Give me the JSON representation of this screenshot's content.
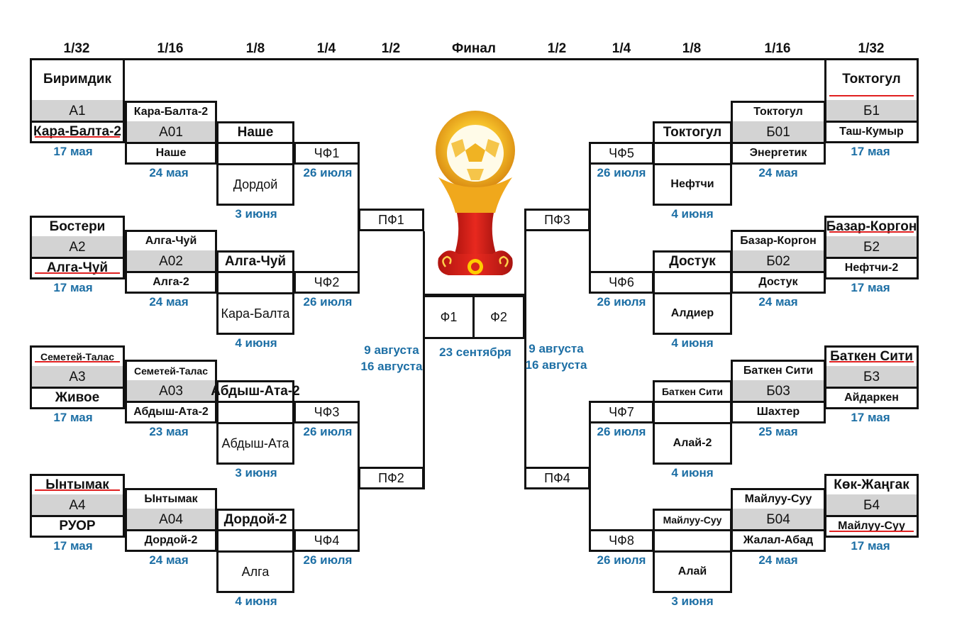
{
  "headers": [
    "1/32",
    "1/16",
    "1/8",
    "1/4",
    "1/2",
    "Финал",
    "1/2",
    "1/4",
    "1/8",
    "1/16",
    "1/32"
  ],
  "left": {
    "groups": [
      {
        "top_team": "Биримдик",
        "code": "А1",
        "bottom_team": "Кара-Балта-2",
        "date": "17 мая"
      },
      {
        "top_team": "Бостери",
        "code": "А2",
        "bottom_team": "Алга-Чуй",
        "date": "17 мая"
      },
      {
        "top_team": "Семетей-Талас",
        "code": "А3",
        "bottom_team": "Живое",
        "date": "17 мая"
      },
      {
        "top_team": "Ынтымак",
        "code": "А4",
        "bottom_team": "РУОР",
        "date": "17 мая"
      }
    ],
    "r16": [
      {
        "top_team": "Кара-Балта-2",
        "code": "А01",
        "bottom_team": "Наше",
        "date": "24 мая"
      },
      {
        "top_team": "Алга-Чуй",
        "code": "А02",
        "bottom_team": "Алга-2",
        "date": "24 мая"
      },
      {
        "top_team": "Семетей-Талас",
        "code": "А03",
        "bottom_team": "Абдыш-Ата-2",
        "date": "23 мая"
      },
      {
        "top_team": "Ынтымак",
        "code": "А04",
        "bottom_team": "Дордой-2",
        "date": "24 мая"
      }
    ],
    "r8": [
      {
        "top_team": "Наше",
        "bottom_team": "Дордой",
        "date": "3 июня"
      },
      {
        "top_team": "Алга-Чуй",
        "bottom_team": "Кара-Балта",
        "date": "4 июня"
      },
      {
        "top_team": "Абдыш-Ата-2",
        "bottom_team": "Абдыш-Ата",
        "date": "3 июня"
      },
      {
        "top_team": "Дордой-2",
        "bottom_team": "Алга",
        "date": "4 июня"
      }
    ],
    "qf": [
      {
        "label": "ЧФ1",
        "date": "26 июля"
      },
      {
        "label": "ЧФ2",
        "date": "26 июля"
      },
      {
        "label": "ЧФ3",
        "date": "26 июля"
      },
      {
        "label": "ЧФ4",
        "date": "26 июля"
      }
    ],
    "sf": [
      "ПФ1",
      "ПФ2"
    ],
    "sf_dates": [
      "9 августа",
      "16 августа"
    ]
  },
  "right": {
    "groups": [
      {
        "top_team": "Токтогул",
        "code": "Б1",
        "bottom_team": "Таш-Кумыр",
        "date": "17 мая"
      },
      {
        "top_team": "Базар-Коргон",
        "code": "Б2",
        "bottom_team": "Нефтчи-2",
        "date": "17 мая"
      },
      {
        "top_team": "Баткен Сити",
        "code": "Б3",
        "bottom_team": "Айдаркен",
        "date": "17 мая"
      },
      {
        "top_team": "Көк-Жаңгак",
        "code": "Б4",
        "bottom_team": "Майлуу-Суу",
        "date": "17 мая"
      }
    ],
    "r16": [
      {
        "top_team": "Токтогул",
        "code": "Б01",
        "bottom_team": "Энергетик",
        "date": "24 мая"
      },
      {
        "top_team": "Базар-Коргон",
        "code": "Б02",
        "bottom_team": "Достук",
        "date": "24 мая"
      },
      {
        "top_team": "Баткен Сити",
        "code": "Б03",
        "bottom_team": "Шахтер",
        "date": "25 мая"
      },
      {
        "top_team": "Майлуу-Суу",
        "code": "Б04",
        "bottom_team": "Жалал-Абад",
        "date": "24 мая"
      }
    ],
    "r8": [
      {
        "top_team": "Токтогул",
        "bottom_team": "Нефтчи",
        "date": "4 июня"
      },
      {
        "top_team": "Достук",
        "bottom_team": "Алдиер",
        "date": "4 июня"
      },
      {
        "top_team": "Баткен Сити",
        "bottom_team": "Алай-2",
        "date": "4 июня"
      },
      {
        "top_team": "Майлуу-Суу",
        "bottom_team": "Алай",
        "date": "3 июня"
      }
    ],
    "qf": [
      {
        "label": "ЧФ5",
        "date": "26 июля"
      },
      {
        "label": "ЧФ6",
        "date": "26 июля"
      },
      {
        "label": "ЧФ7",
        "date": "26 июля"
      },
      {
        "label": "ЧФ8",
        "date": "26 июля"
      }
    ],
    "sf": [
      "ПФ3",
      "ПФ4"
    ],
    "sf_dates": [
      "9 августа",
      "16 августа"
    ]
  },
  "final": {
    "legs": [
      "Ф1",
      "Ф2"
    ],
    "date": "23 сентября"
  },
  "colors": {
    "date_blue": "#1d6fa5",
    "code_grey": "#d3d3d3",
    "underline_red": "#e02020",
    "trophy_gold": "#f2b21e",
    "trophy_red": "#d8231c"
  },
  "icons": {
    "trophy": "trophy-icon"
  }
}
